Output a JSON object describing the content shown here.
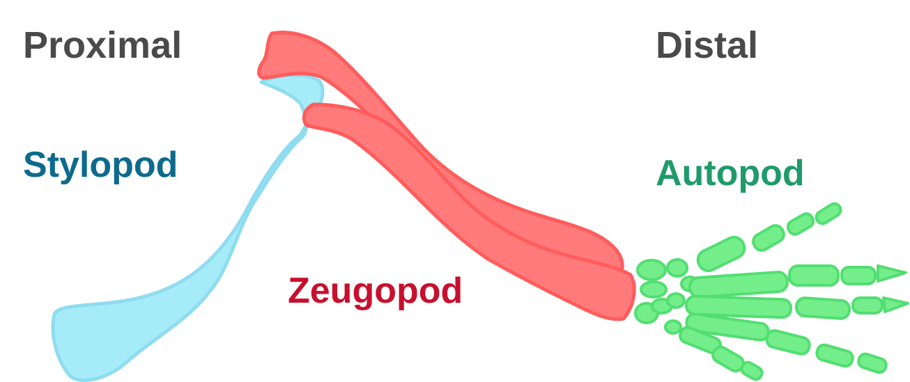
{
  "labels": {
    "proximal": "Proximal",
    "distal": "Distal",
    "stylopod": "Stylopod",
    "zeugopod": "Zeugopod",
    "autopod": "Autopod"
  },
  "colors": {
    "axis_text": "#4a4a4a",
    "stylopod": "#0d6a8c",
    "zeugopod": "#c8102e",
    "autopod": "#1f9a6a",
    "stylopod_fill": "#a6ecf8",
    "stylopod_stroke": "#8fdcf0",
    "zeugopod_fill": "#ff7a7a",
    "zeugopod_stroke": "#ff5c5c",
    "autopod_fill": "#74ee8a",
    "autopod_stroke": "#52de72"
  }
}
